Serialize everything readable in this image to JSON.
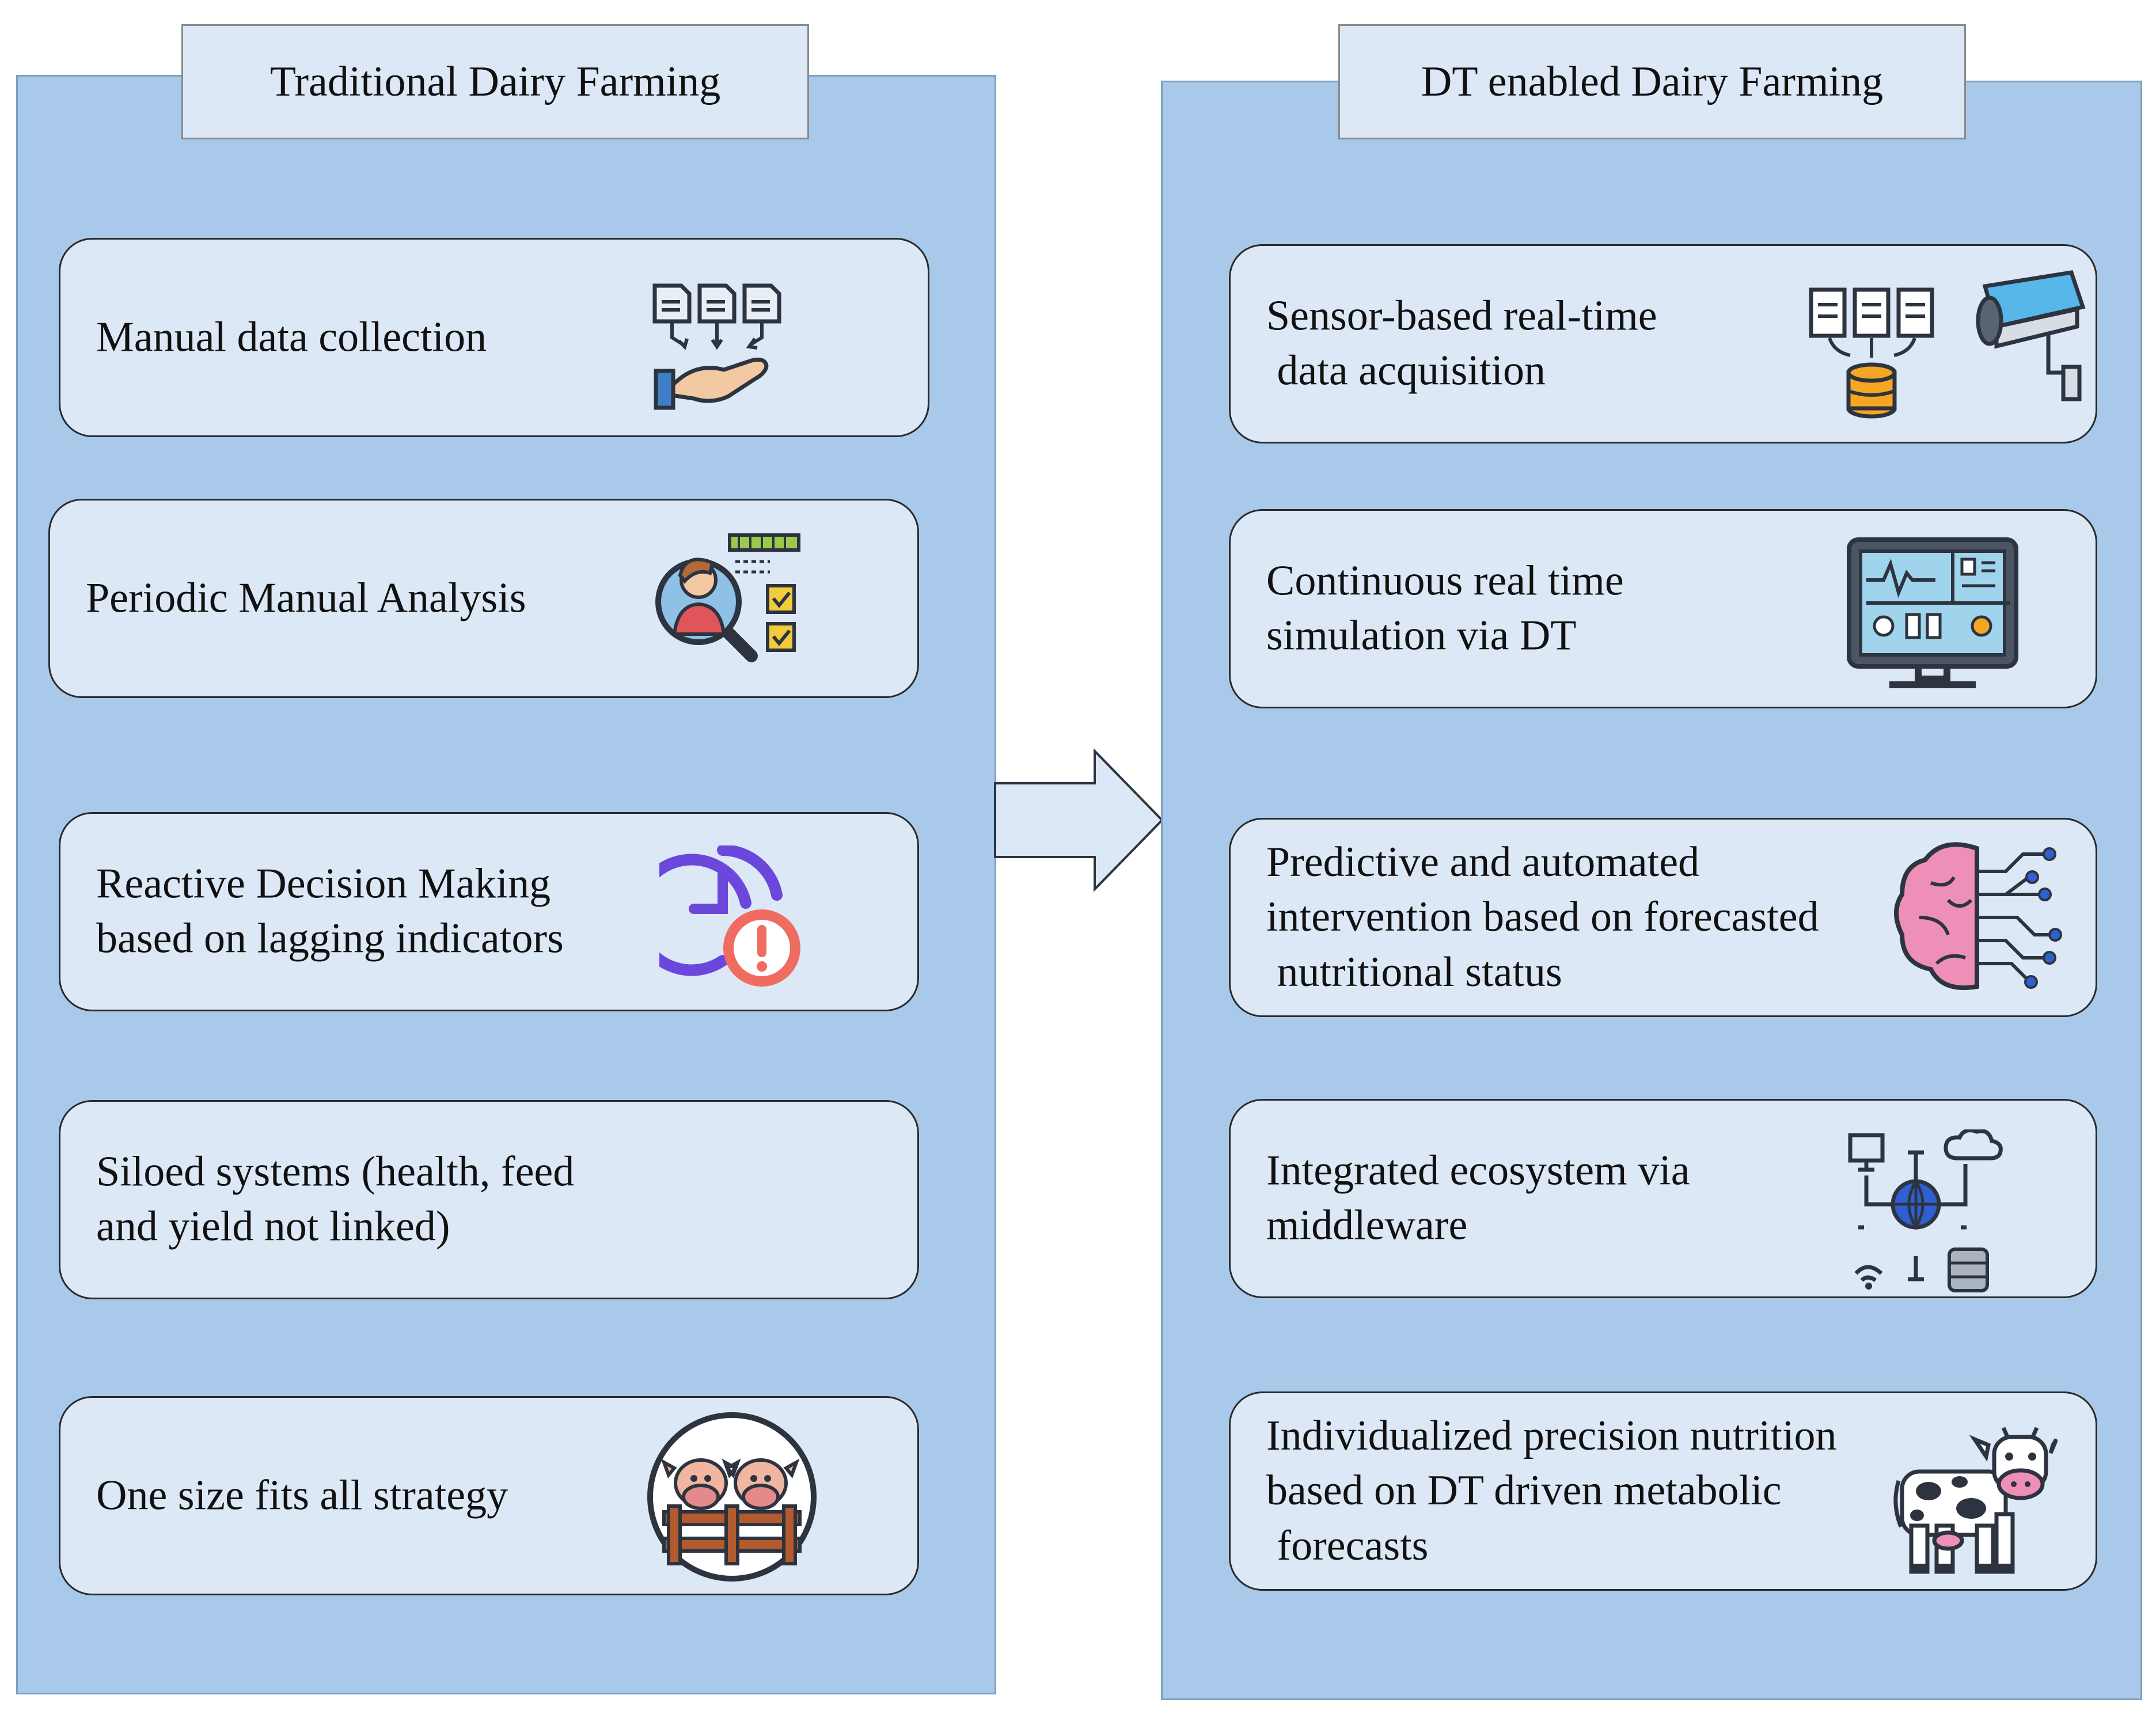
{
  "left": {
    "header": "Traditional Dairy Farming",
    "cards": [
      {
        "lines": [
          "Manual data collection"
        ],
        "icon": "data-collection-hand-icon"
      },
      {
        "lines": [
          "Periodic Manual Analysis"
        ],
        "icon": "analyst-magnifier-checklist-icon"
      },
      {
        "lines": [
          "Reactive Decision Making",
          "based on lagging indicators"
        ],
        "icon": "clock-alert-icon"
      },
      {
        "lines": [
          "Siloed systems (health, feed",
          "and yield not linked)"
        ],
        "icon": ""
      },
      {
        "lines": [
          "One size fits all strategy"
        ],
        "icon": "cows-in-pen-icon"
      }
    ]
  },
  "right": {
    "header": "DT enabled Dairy Farming",
    "cards": [
      {
        "lines": [
          "Sensor-based real-time",
          " data acquisition"
        ],
        "icon": "sensor-camera-database-icon"
      },
      {
        "lines": [
          "Continuous real time",
          "simulation via DT"
        ],
        "icon": "monitor-dashboard-icon"
      },
      {
        "lines": [
          "Predictive and automated",
          "intervention based on forecasted",
          " nutritional status"
        ],
        "icon": "ai-brain-circuit-icon"
      },
      {
        "lines": [
          "Integrated ecosystem via",
          "middleware"
        ],
        "icon": "network-ecosystem-icon"
      },
      {
        "lines": [
          "Individualized precision nutrition",
          "based on DT driven metabolic",
          " forecasts"
        ],
        "icon": "dairy-cow-icon"
      }
    ]
  },
  "colors": {
    "panel": "#a9c9ea",
    "card": "#dce8f5",
    "arrow": "#dce8f5"
  }
}
